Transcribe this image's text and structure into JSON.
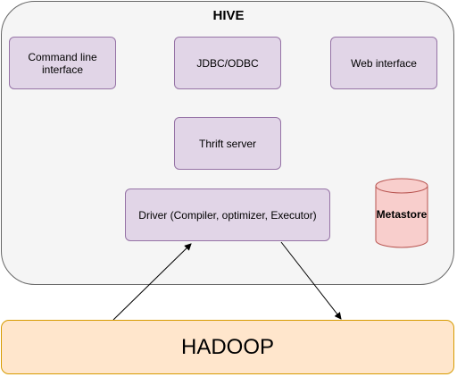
{
  "hive": {
    "title": "HIVE"
  },
  "components": {
    "cli": "Command line interface",
    "jdbc": "JDBC/ODBC",
    "web": "Web interface",
    "thrift": "Thrift server",
    "driver": "Driver (Compiler, optimizer, Executor)",
    "metastore": "Metastore"
  },
  "hadoop": {
    "label": "HADOOP"
  },
  "colors": {
    "container_fill": "#f5f5f5",
    "container_stroke": "#666666",
    "box_fill": "#e1d5e7",
    "box_stroke": "#9673a6",
    "metastore_fill": "#f8cecc",
    "metastore_stroke": "#b85450",
    "hadoop_fill": "#ffe6cc",
    "hadoop_stroke": "#d79b00"
  }
}
